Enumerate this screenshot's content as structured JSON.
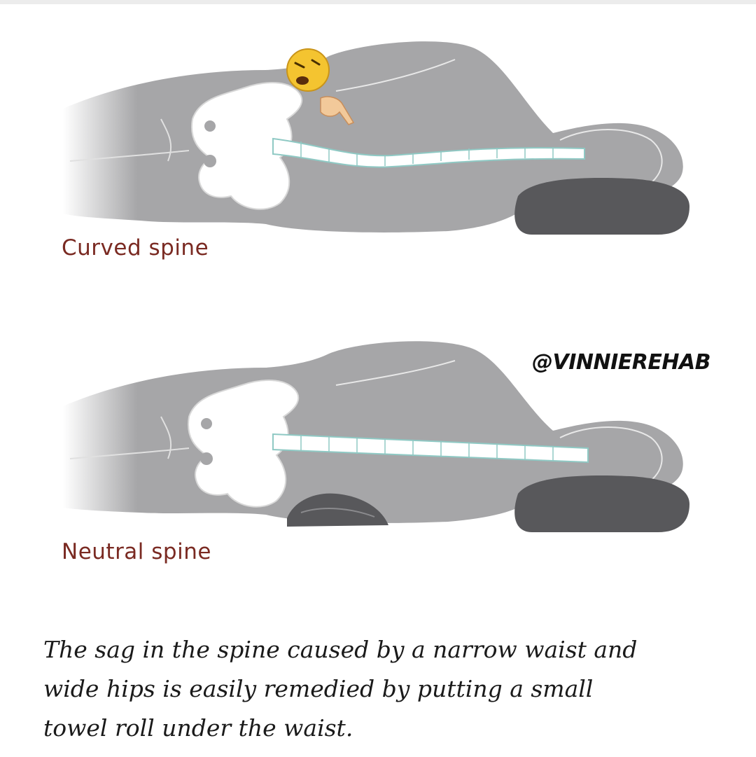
{
  "figures": [
    {
      "label": "Curved spine",
      "emoji": "angry-face-icon",
      "pointer": "pointing-hand-icon"
    },
    {
      "label": "Neutral spine"
    }
  ],
  "watermark": "@VINNIEREHAB",
  "caption": {
    "line1": "The sag in the spine caused by a narrow waist and",
    "line2": "wide hips is easily remedied by putting a small",
    "line3": "towel roll under the waist."
  },
  "colors": {
    "body": "#a6a6a8",
    "pillow": "#58585b",
    "bone": "#ffffff",
    "spine_accent": "#8fc9c4",
    "label": "#7a2a22"
  }
}
